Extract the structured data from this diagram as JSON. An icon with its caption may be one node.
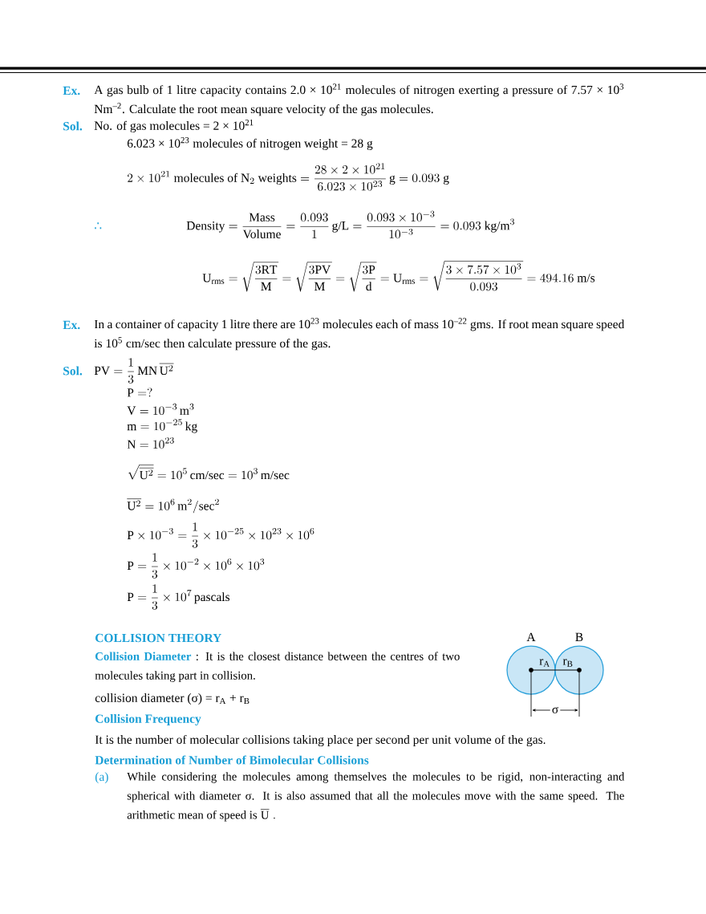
{
  "diagram": {
    "nodes": [
      {
        "text": [
          "A"
        ]
      },
      {
        "text": [
          "B"
        ]
      }
    ],
    "labels": [
      "Ex.",
      "A gas bulb of 1 litre capacity contains 2.0 × 10$^{21}$ molecules of nitrogen exerting a pressure of 7.57 × 10$^{3}$ Nm$^{–2}$. Calculate the root mean square velocity of the gas molecules.",
      "Sol.",
      "No. of gas molecules = 2 × 10$^{21}$",
      "6.023 × 10$^{23}$ molecules of nitrogen weight = 28 g",
      "2\\times10^{21}\\mbox{ molecules of N}_2\\mbox{ weights} = \\dfrac{28\\times2\\times10^{21}}{6.023\\times10^{23}}\\,\\mbox{g} = 0.093\\mbox{ g}",
      "∴",
      "\\mbox{Density} = \\dfrac{\\mbox{Mass}}{\\mbox{Volume}} = \\dfrac{0.093}{1}\\,\\mbox{g/L} = \\dfrac{0.093\\times10^{-3}}{10^{-3}} = 0.093\\mbox{ kg/m}^3",
      "\\mathrm{U}_{\\mathrm{rms}} = \\sqrt{\\dfrac{3\\mathrm{RT}}{\\mathrm{M}}} = \\sqrt{\\dfrac{3\\mathrm{PV}}{\\mathrm{M}}} = \\sqrt{\\dfrac{3\\mathrm{P}}{\\mathrm{d}}} = \\mathrm{U}_{\\mathrm{rms}} = \\sqrt{\\dfrac{3\\times7.57\\times10^{3}}{0.093}} = 494.16\\mbox{ m/s}",
      "Ex.",
      "In a container of capacity 1 litre there are 10$^{23}$ molecules each of mass 10$^{–22}$ gms. If root mean square speed is 10$^{5}$ cm/sec then calculate pressure of the gas.",
      "Sol.",
      "\\mathrm{PV} = \\dfrac{1}{3}\\,\\mathrm{MN}\\,\\overline{\\mathrm{U}^2}",
      "\\mathrm{P} = ?",
      "\\mathrm{V} = 10^{-3}\\,\\mathrm{m}^3",
      "\\mathrm{m} = 10^{-25}\\,\\mathrm{kg}",
      "\\mathrm{N} = 10^{23}",
      "\\sqrt{\\overline{\\mathrm{U}^2}} = 10^5\\,\\mbox{cm/sec} = 10^3\\,\\mbox{m/sec}",
      "\\overline{\\mathrm{U}^2} = 10^6\\,\\mbox{m}^2/\\mbox{sec}^2",
      "\\mathrm{P}\\times10^{-3} = \\dfrac{1}{3}\\times10^{-25}\\times10^{23}\\times10^{6}",
      "\\mathrm{P} = \\dfrac{1}{3}\\times10^{-2}\\times10^{6}\\times10^{3}",
      "\\mathrm{P} = \\dfrac{1}{3}\\times10^{7}\\,\\mbox{pascals}",
      "COLLISION THEORY",
      "Collision Diameter",
      ": It is the closest distance between the centres of two molecules taking part in collision.",
      "collision diameter (σ) = r$_{A}$ + r$_{B}$",
      "Collision Frequency",
      "It is the number of molecular collisions taking place per second per unit volume of the gas.",
      "Determination of Number of Bimolecular Collisions",
      "(a)",
      "While considering the molecules among themselves the molecules to be rigid, non-interacting and spherical with diameter σ. It is also assumed that all the molecules move with the same speed. The arithmetic mean of speed is",
      "\\;\\overline{\\mathrm{U}}\\;.",
      "r$_{A}$",
      "r$_{B}$",
      "σ"
    ]
  }
}
